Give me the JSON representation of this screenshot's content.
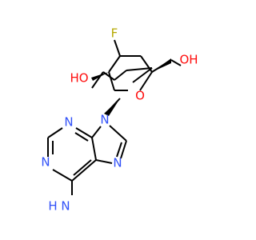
{
  "colors": {
    "carbon_bond": "#000000",
    "oxygen": "#ff0d0d",
    "nitrogen": "#3050f8",
    "fluorine": "#b5a800"
  },
  "atoms": {
    "fluorine": "F",
    "hydroxyl_ring": "HO",
    "hydroxyl_chain": "OH",
    "ring_oxygen": "O",
    "n9": "N",
    "n3": "N",
    "n1": "N",
    "n7": "N",
    "amino_h": "H",
    "amino_n": "N"
  }
}
